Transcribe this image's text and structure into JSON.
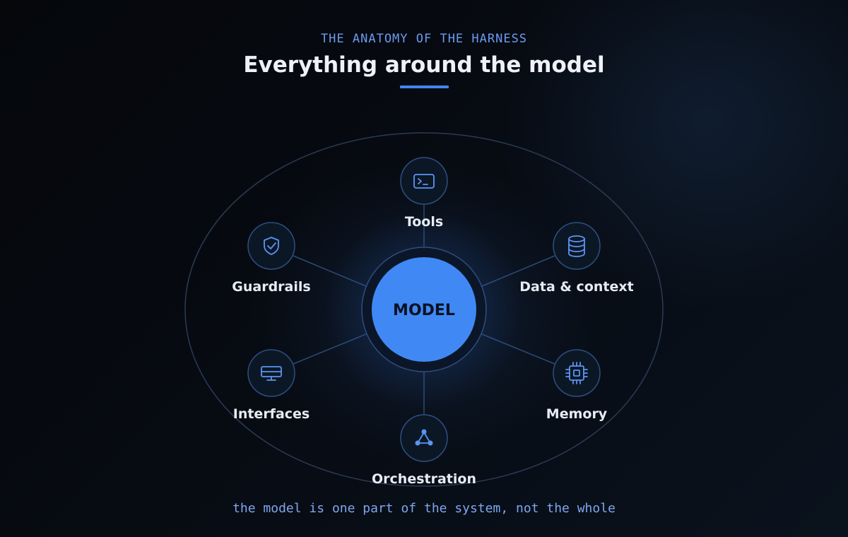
{
  "header": {
    "eyebrow": "THE ANATOMY OF THE HARNESS",
    "title": "Everything around the model"
  },
  "center": {
    "label": "MODEL"
  },
  "components": [
    {
      "label": "Tools",
      "icon": "terminal-icon"
    },
    {
      "label": "Data & context",
      "icon": "database-icon"
    },
    {
      "label": "Memory",
      "icon": "chip-icon"
    },
    {
      "label": "Orchestration",
      "icon": "network-icon"
    },
    {
      "label": "Interfaces",
      "icon": "monitor-icon"
    },
    {
      "label": "Guardrails",
      "icon": "shield-check-icon"
    }
  ],
  "footer": {
    "note": "the model is one part of the system, not the whole"
  },
  "colors": {
    "accent": "#3f86f2",
    "model_fill": "#4089f5",
    "background": "#070b12",
    "text": "#e7ecf4"
  }
}
